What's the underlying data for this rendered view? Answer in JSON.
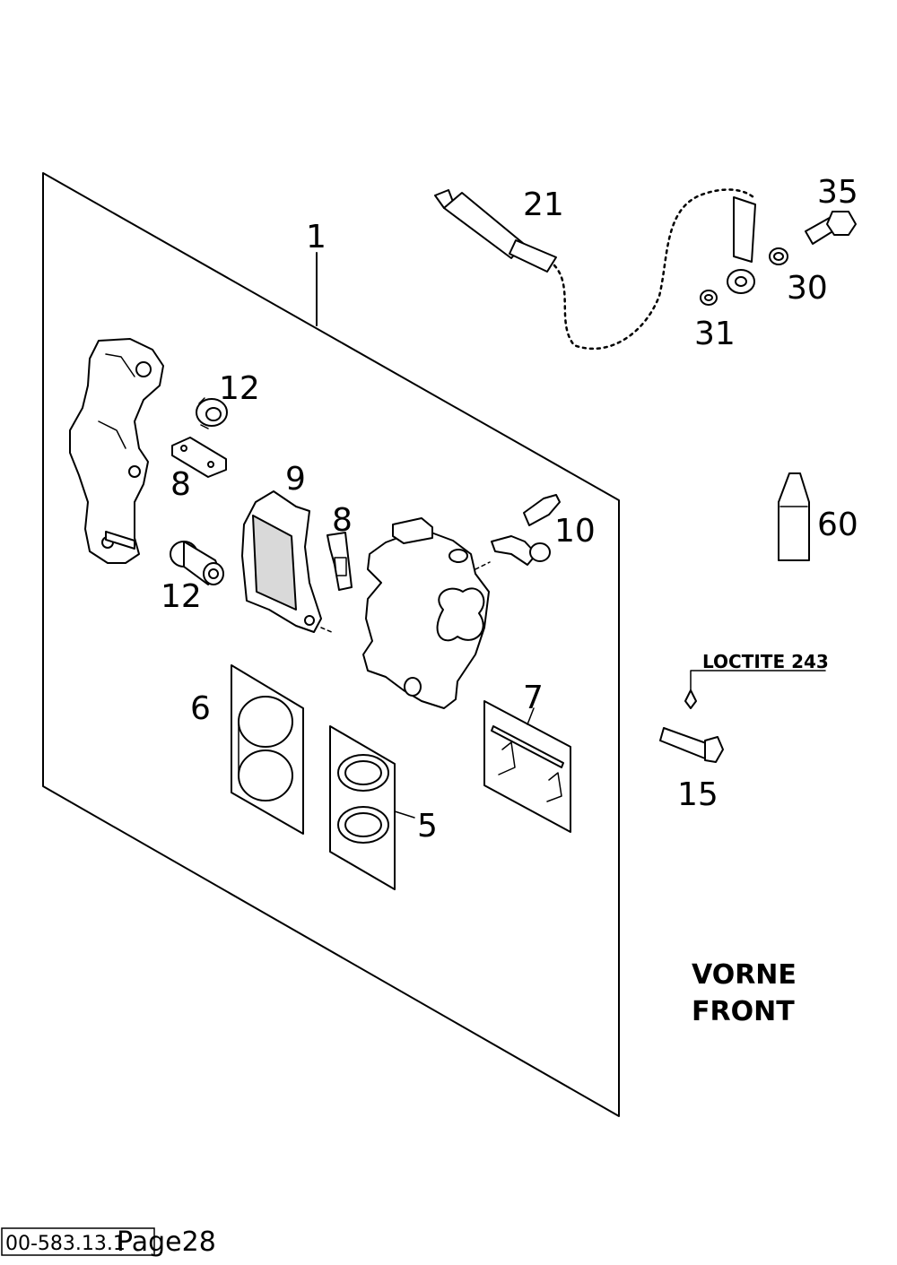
{
  "labels": {
    "p1": "1",
    "p5": "5",
    "p6": "6",
    "p7": "7",
    "p8a": "8",
    "p8b": "8",
    "p9": "9",
    "p10": "10",
    "p12a": "12",
    "p12b": "12",
    "p15": "15",
    "p21": "21",
    "p30": "30",
    "p31": "31",
    "p35": "35",
    "p60": "60"
  },
  "notes": {
    "loctite": "LOCTITE 243"
  },
  "caption": {
    "line1": "VORNE",
    "line2": "FRONT"
  },
  "footer": {
    "code": "00-583.13.1",
    "page": "Page28"
  }
}
